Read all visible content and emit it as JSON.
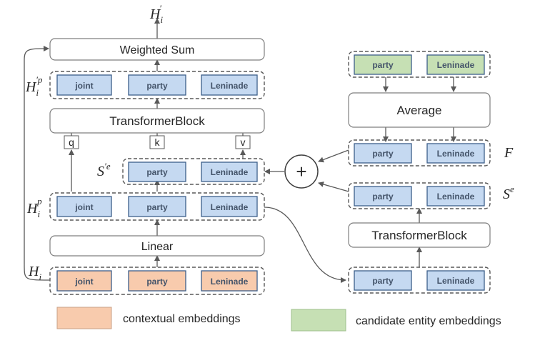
{
  "tokens": {
    "joint": "joint",
    "party": "party",
    "leninade": "Leninade"
  },
  "blocks": {
    "weighted_sum": "Weighted Sum",
    "transformer_left": "TransformerBlock",
    "transformer_right": "TransformerBlock",
    "linear": "Linear",
    "average": "Average",
    "plus": "+"
  },
  "qkv": {
    "q": "q",
    "k": "k",
    "v": "v"
  },
  "symbols": {
    "output_base": "H",
    "output_sub": "i",
    "output_sup": "′",
    "hp_prime_base": "H",
    "hp_prime_sub": "i",
    "hp_prime_sup": "′p",
    "se_prime_base": "S",
    "se_prime_sup": "′e",
    "hp_base": "H",
    "hp_sub": "i",
    "hp_sup": "p",
    "h_base": "H",
    "h_sub": "i",
    "f": "F",
    "se_base": "S",
    "se_sup": "e"
  },
  "legend": {
    "contextual": "contextual embeddings",
    "candidate": "candidate entity embeddings"
  },
  "colors": {
    "blue_fill": "#c5d9f1",
    "blue_stroke": "#3d5f8a",
    "orange_fill": "#f8cbad",
    "green_fill": "#c6e0b4",
    "token_text": "#44546a",
    "line": "#595959"
  }
}
